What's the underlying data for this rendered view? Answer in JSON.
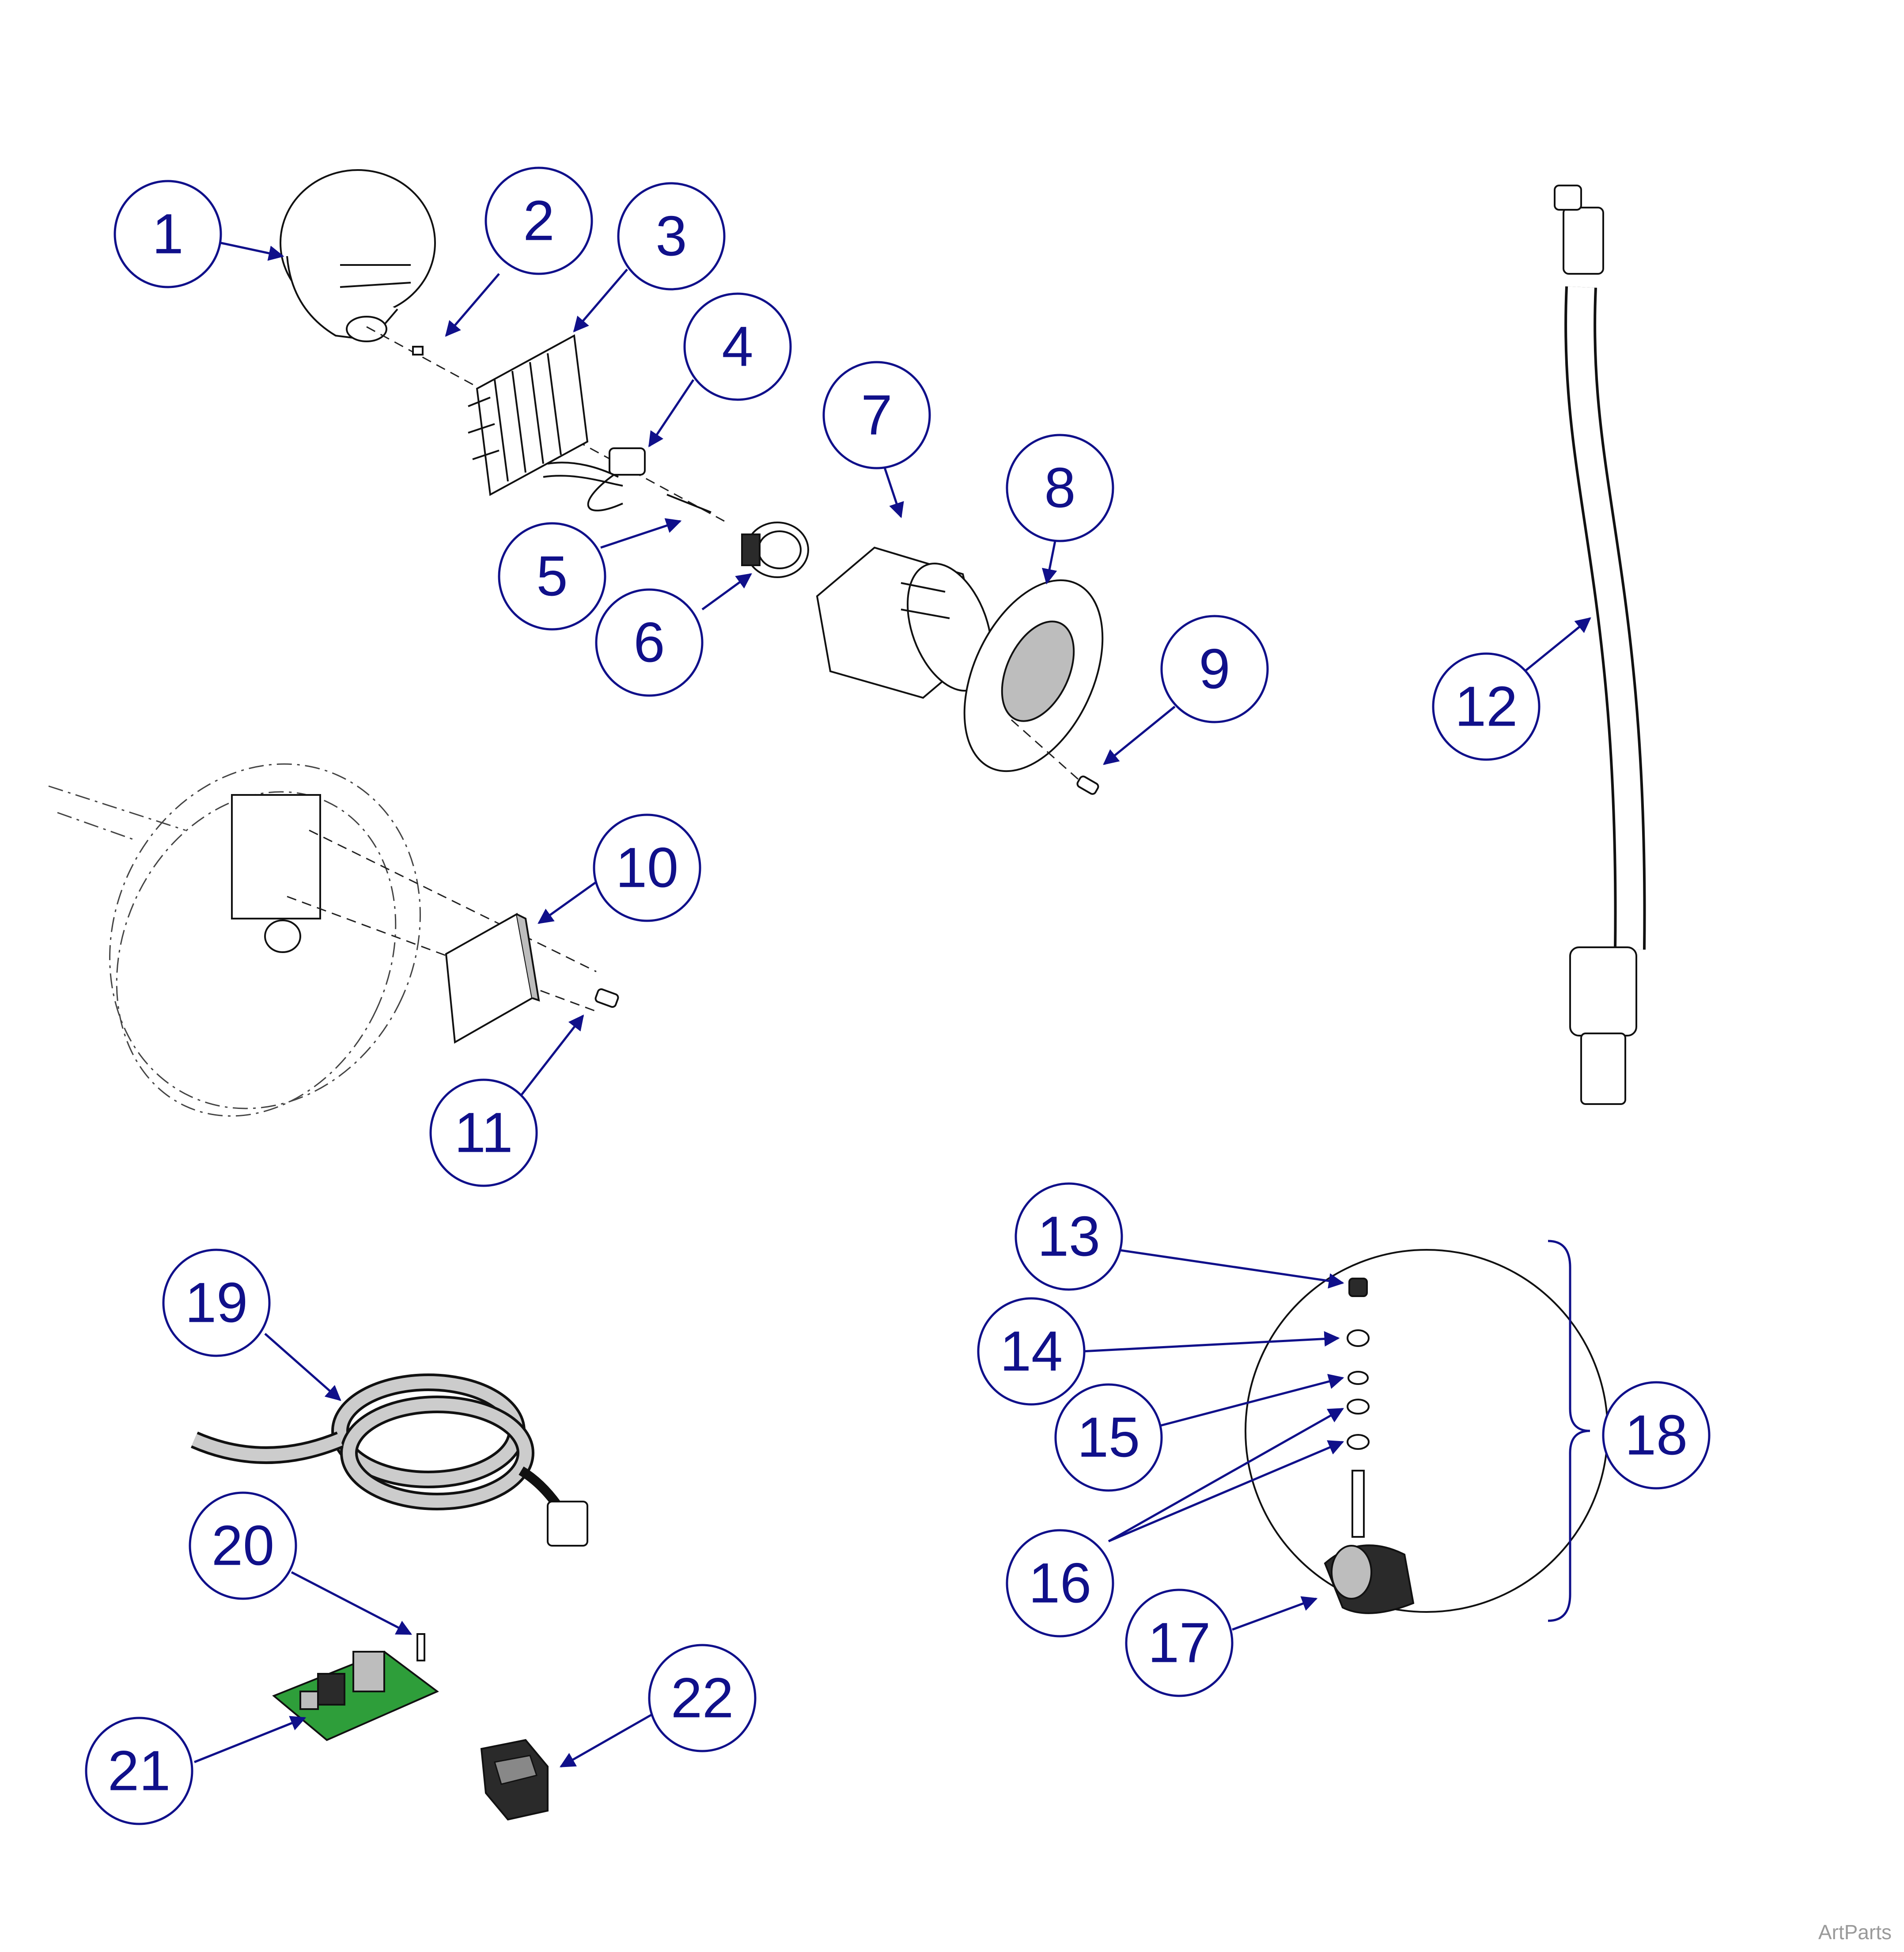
{
  "callouts": [
    "1",
    "2",
    "3",
    "4",
    "5",
    "6",
    "7",
    "8",
    "9",
    "10",
    "11",
    "12",
    "13",
    "14",
    "15",
    "16",
    "17",
    "18",
    "19",
    "20",
    "21",
    "22"
  ],
  "watermark": "ArtParts",
  "colors": {
    "callout": "#10108a",
    "linework": "#111111",
    "pcb": "#2e9e3a"
  }
}
